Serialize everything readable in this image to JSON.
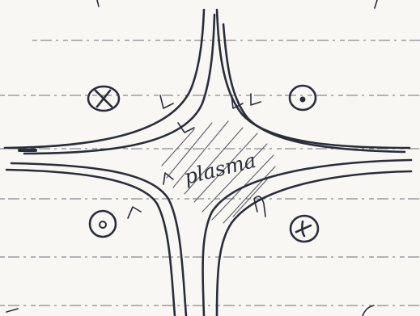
{
  "diagram": {
    "plasma_label": "plasma",
    "ink_color": "#2a2d3a",
    "paper_color": "#f8f7f3",
    "rule_color": "#6d6f78",
    "field_markers": [
      {
        "name": "upper-left",
        "symbol": "cross"
      },
      {
        "name": "upper-right",
        "symbol": "dot"
      },
      {
        "name": "lower-left",
        "symbol": "dot"
      },
      {
        "name": "lower-right",
        "symbol": "cross"
      }
    ]
  }
}
